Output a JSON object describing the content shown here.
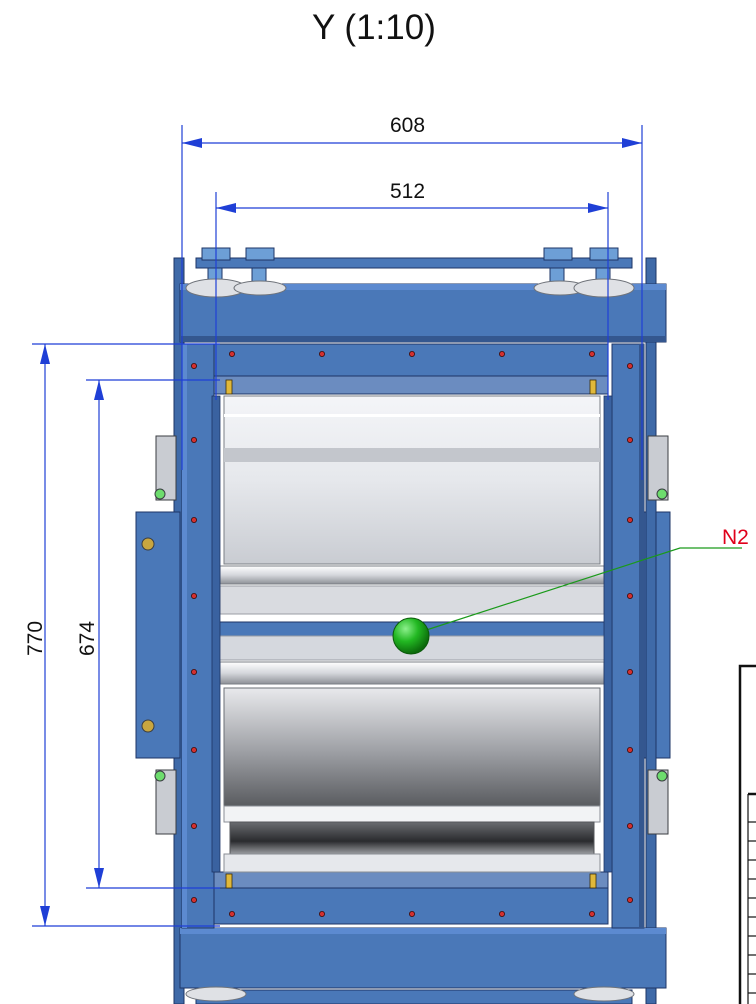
{
  "view": {
    "title": "Y (1:10)"
  },
  "dimensions": {
    "outer_width": "608",
    "inner_width": "512",
    "outer_height": "770",
    "inner_height": "674"
  },
  "callout": {
    "tag": "N2"
  },
  "colors": {
    "frame_blue": "#4a78b8",
    "frame_dark": "#2e558f",
    "dimension_line": "#1f3fd6",
    "leader_green": "#1a9a1a",
    "tag_red": "#e0001a"
  }
}
